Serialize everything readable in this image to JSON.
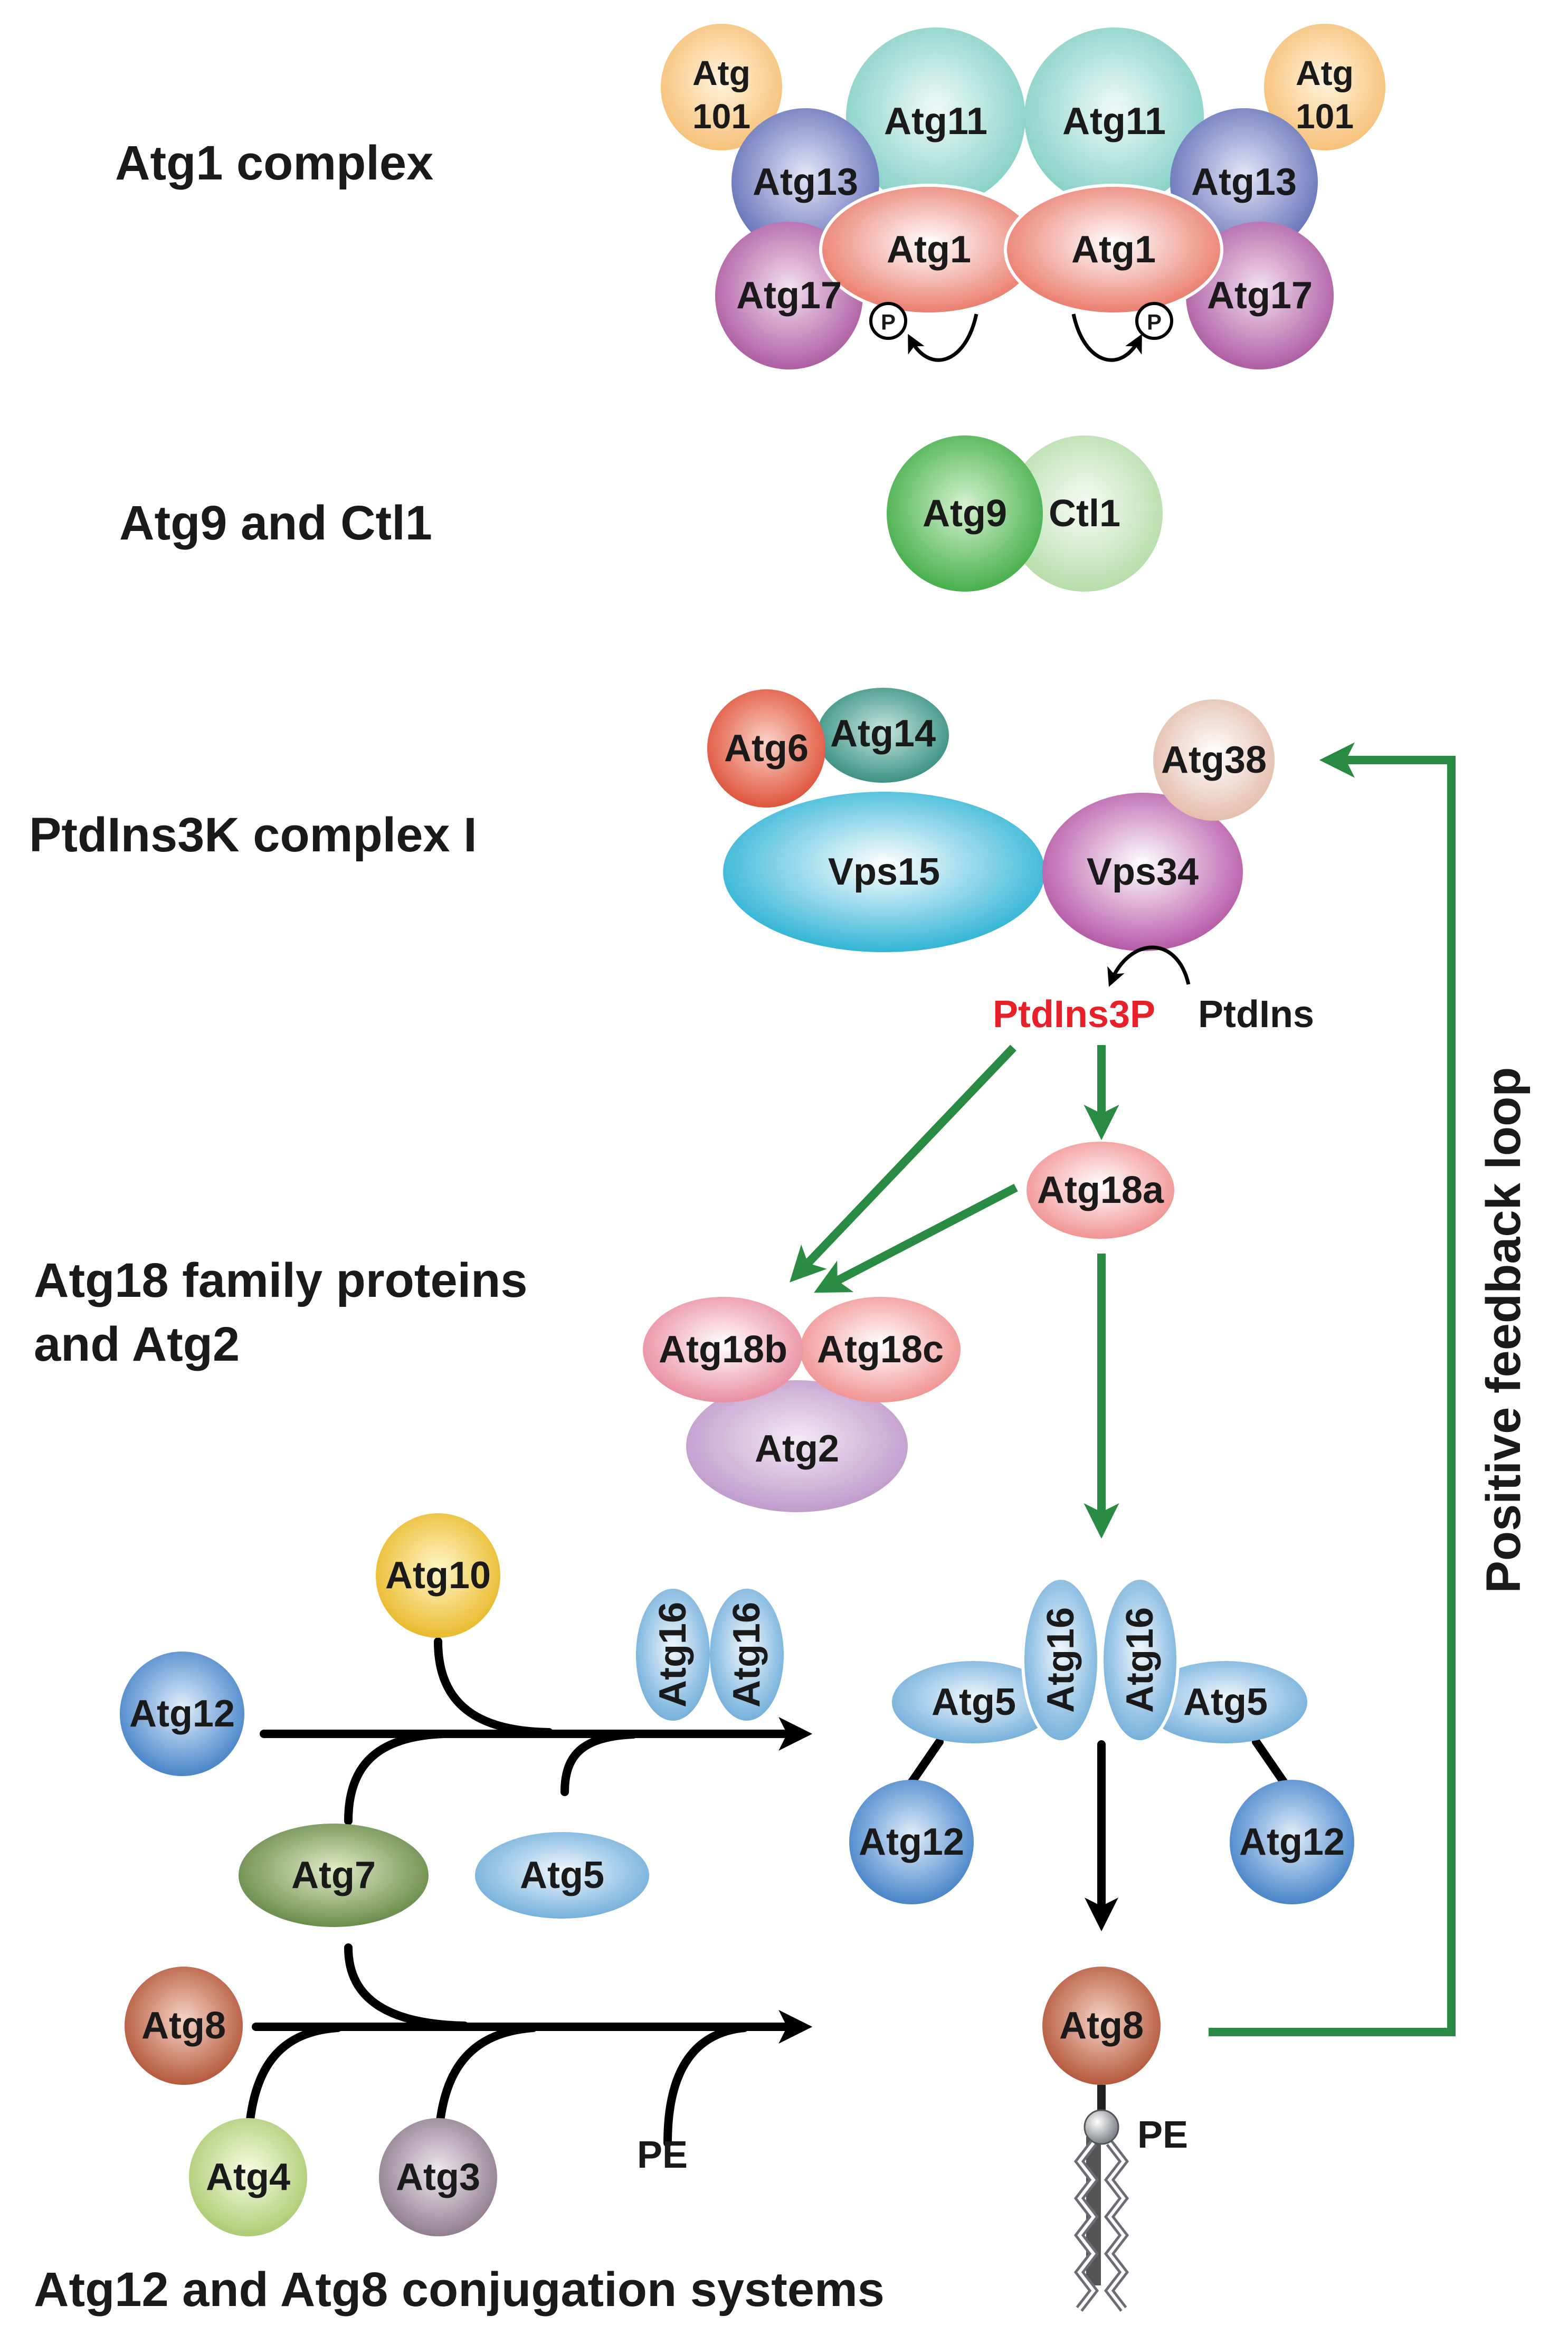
{
  "sections": {
    "atg1_complex": "Atg1 complex",
    "atg9_ctl1": "Atg9 and Ctl1",
    "ptdins3k": "PtdIns3K complex I",
    "atg18_line1": "Atg18 family proteins",
    "atg18_line2": "and Atg2",
    "conjugation": "Atg12 and Atg8 conjugation systems"
  },
  "atg1": {
    "atg101_l_1": "Atg",
    "atg101_l_2": "101",
    "atg101_r_1": "Atg",
    "atg101_r_2": "101",
    "atg11_l": "Atg11",
    "atg11_r": "Atg11",
    "atg13_l": "Atg13",
    "atg13_r": "Atg13",
    "atg1_l": "Atg1",
    "atg1_r": "Atg1",
    "atg17_l": "Atg17",
    "atg17_r": "Atg17",
    "phospho_l": "P",
    "phospho_r": "P"
  },
  "atg9": {
    "atg9": "Atg9",
    "ctl1": "Ctl1"
  },
  "ptdins": {
    "atg6": "Atg6",
    "atg14": "Atg14",
    "atg38": "Atg38",
    "vps15": "Vps15",
    "vps34": "Vps34",
    "ptdins3p": "PtdIns3P",
    "ptdins": "PtdIns"
  },
  "atg18": {
    "atg18a": "Atg18a",
    "atg18b": "Atg18b",
    "atg18c": "Atg18c",
    "atg2": "Atg2"
  },
  "conj": {
    "atg10": "Atg10",
    "atg12": "Atg12",
    "atg16_a": "Atg16",
    "atg16_b": "Atg16",
    "atg7": "Atg7",
    "atg5": "Atg5",
    "atg8": "Atg8",
    "atg4": "Atg4",
    "atg3": "Atg3",
    "pe": "PE"
  },
  "complex": {
    "atg16_l": "Atg16",
    "atg16_r": "Atg16",
    "atg5_l": "Atg5",
    "atg5_r": "Atg5",
    "atg12_l": "Atg12",
    "atg12_r": "Atg12",
    "atg8": "Atg8",
    "pe": "PE"
  },
  "feedback": {
    "label": "Positive feedback loop"
  },
  "colors": {
    "ptdins3p_text": "#e8202a",
    "green_arrow": "#2a8c42"
  }
}
